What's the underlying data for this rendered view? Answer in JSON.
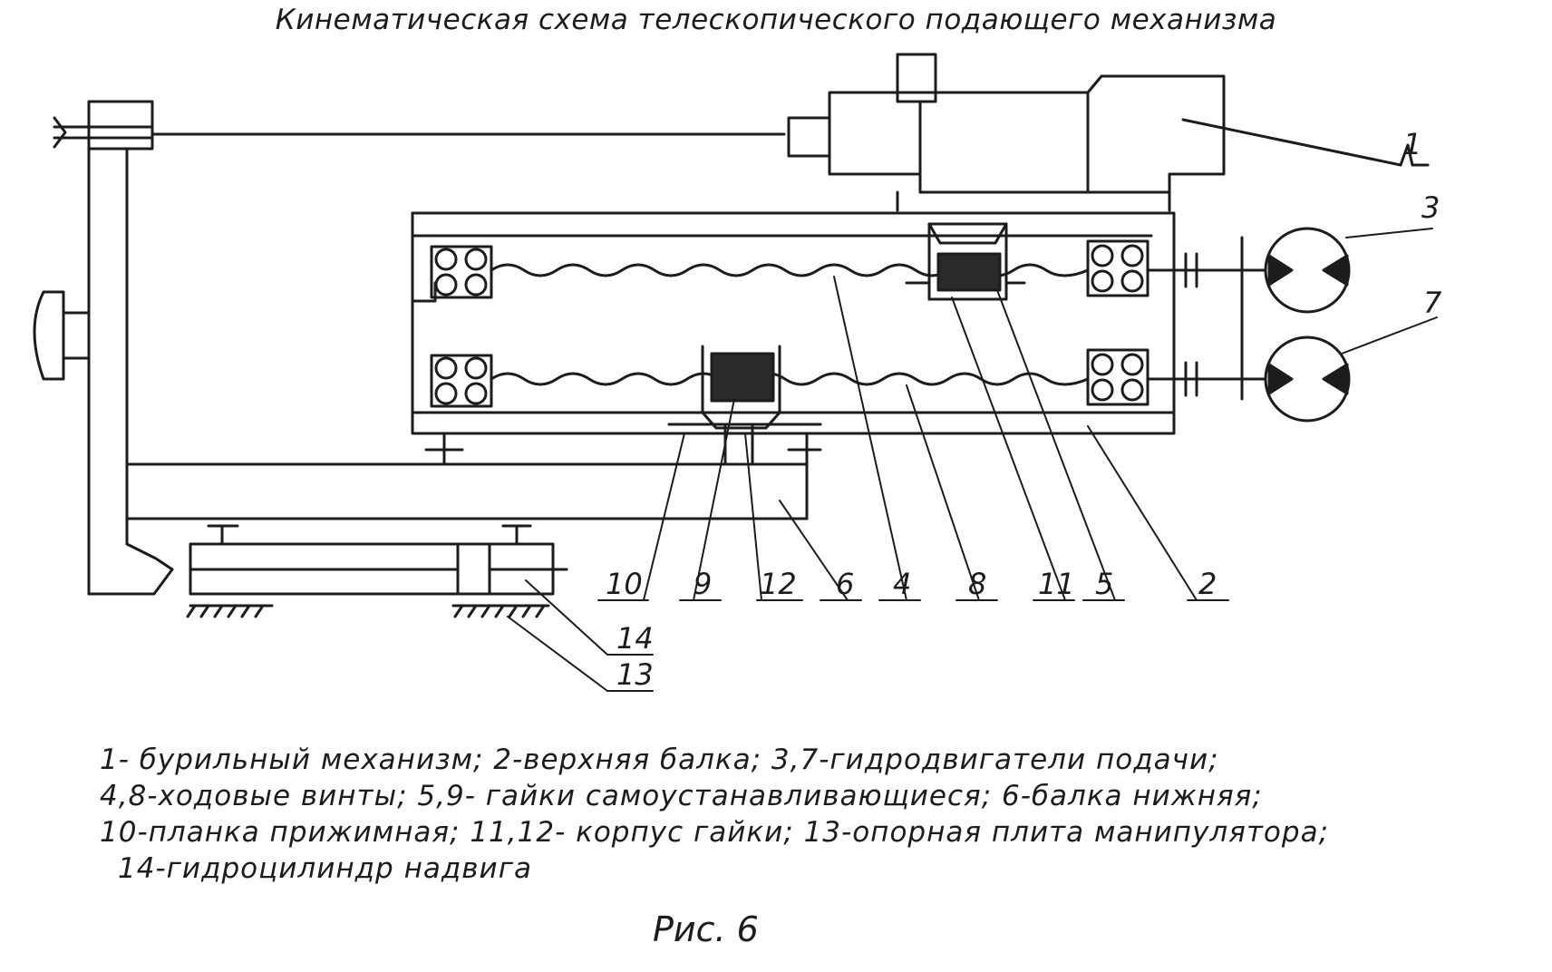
{
  "title": "Кинематическая схема телескопического подающего механизма",
  "callouts": [
    {
      "id": "c10",
      "label": "10"
    },
    {
      "id": "c9",
      "label": "9"
    },
    {
      "id": "c12",
      "label": "12"
    },
    {
      "id": "c6",
      "label": "6"
    },
    {
      "id": "c4",
      "label": "4"
    },
    {
      "id": "c8",
      "label": "8"
    },
    {
      "id": "c11",
      "label": "11"
    },
    {
      "id": "c5",
      "label": "5"
    },
    {
      "id": "c2",
      "label": "2"
    },
    {
      "id": "c14",
      "label": "14"
    },
    {
      "id": "c13",
      "label": "13"
    },
    {
      "id": "c1",
      "label": "1"
    },
    {
      "id": "c3",
      "label": "3"
    },
    {
      "id": "c7",
      "label": "7"
    }
  ],
  "legend": {
    "line1": "1- бурильный механизм; 2-верхняя балка; 3,7-гидродвигатели подачи;",
    "line2": "4,8-ходовые винты; 5,9- гайки самоустанавливающиеся; 6-балка нижняя;",
    "line3": "10-планка прижимная; 11,12- корпус гайки; 13-опорная плита манипулятора;",
    "line4": "14-гидроцилиндр надвига"
  },
  "caption": "Рис. 6"
}
